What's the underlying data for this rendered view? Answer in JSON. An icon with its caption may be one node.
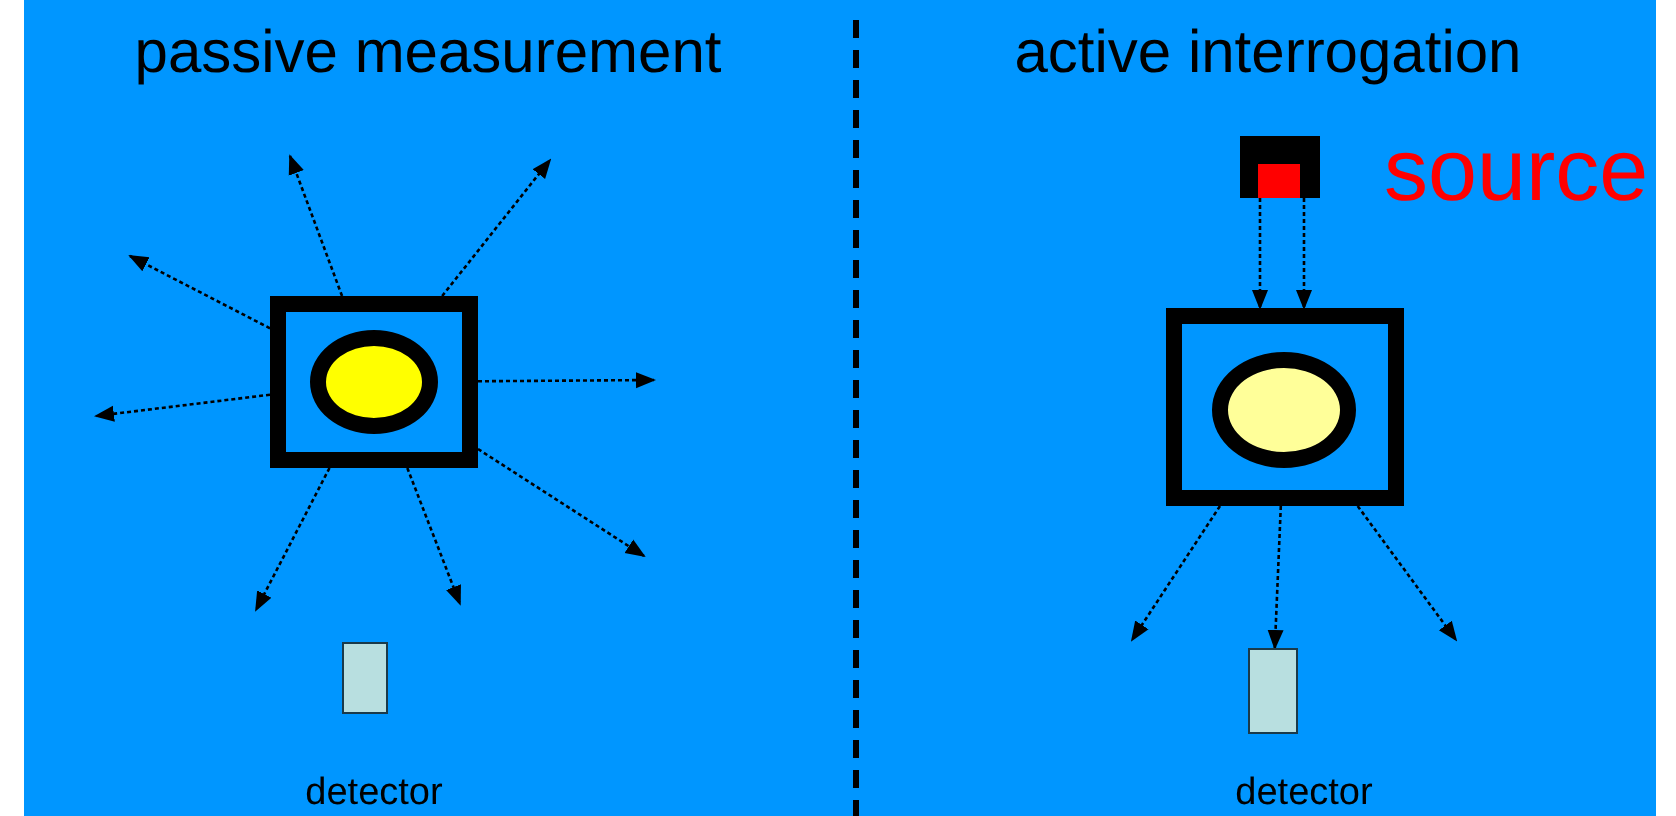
{
  "diagram": {
    "nodes": [
      {
        "text": [],
        "shape": "box"
      },
      {
        "text": [],
        "shape": "circle",
        "in": 0
      },
      {
        "text": [],
        "shape": "box",
        "beside": [
          "detector"
        ]
      },
      {
        "text": [],
        "shape": "box",
        "beside": [
          "source"
        ]
      },
      {
        "text": [],
        "shape": "box"
      },
      {
        "text": [],
        "shape": "circle",
        "in": 4
      },
      {
        "text": [],
        "shape": "box",
        "beside": [
          "detector"
        ]
      }
    ],
    "edges": [
      {
        "from": 0,
        "to": null,
        "arrow": "to"
      },
      {
        "from": 0,
        "to": null,
        "arrow": "to"
      },
      {
        "from": 0,
        "to": null,
        "arrow": "to"
      },
      {
        "from": 0,
        "to": null,
        "arrow": "to"
      },
      {
        "from": 0,
        "to": null,
        "arrow": "to"
      },
      {
        "from": 0,
        "to": null,
        "arrow": "to"
      },
      {
        "from": 0,
        "to": null,
        "arrow": "to"
      },
      {
        "from": 0,
        "to": null,
        "arrow": "to"
      },
      {
        "from": 3,
        "to": 4,
        "arrow": "to"
      },
      {
        "from": 3,
        "to": 4,
        "arrow": "to"
      },
      {
        "from": 4,
        "to": null,
        "arrow": "to"
      },
      {
        "from": 4,
        "to": 6,
        "arrow": "to"
      },
      {
        "from": 4,
        "to": null,
        "arrow": "to"
      }
    ],
    "labels": [
      "passive measurement",
      "active interrogation"
    ]
  }
}
